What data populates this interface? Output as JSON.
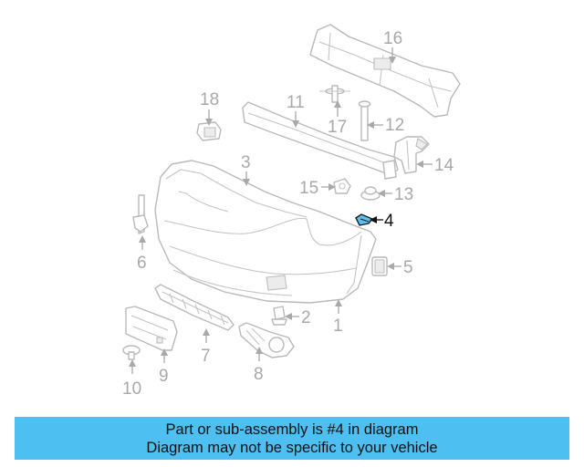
{
  "diagram": {
    "highlighted_part": "4",
    "callouts": [
      "1",
      "2",
      "3",
      "4",
      "5",
      "6",
      "7",
      "8",
      "9",
      "10",
      "11",
      "12",
      "13",
      "14",
      "15",
      "16",
      "17",
      "18"
    ]
  },
  "banner": {
    "line1": "Part or sub-assembly is #4 in diagram",
    "line2": "Diagram may not be specific to your vehicle"
  },
  "colors": {
    "banner_bg": "#4dbff0",
    "highlight": "#5ec0ef",
    "part_line": "#b9b9b9"
  }
}
